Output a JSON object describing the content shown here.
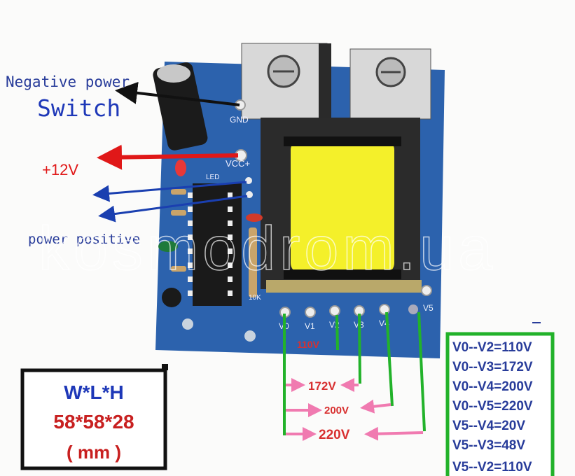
{
  "annotations": {
    "negative_power": "Negative power",
    "switch": "Switch",
    "plus12v": "+12V",
    "power_positive": "power positive"
  },
  "board": {
    "gnd": "GND",
    "vcc": "VCC+",
    "led": "LED",
    "resistor": "10K",
    "pins": [
      "V0",
      "V1",
      "V2",
      "V3",
      "V4",
      "V5"
    ]
  },
  "outputs": {
    "v110": "110V",
    "v172": "172V",
    "v200": "200V",
    "v220": "220V"
  },
  "voltage_table": [
    "V0--V2=110V",
    "V0--V3=172V",
    "V0--V4=200V",
    "V0--V5=220V",
    "V5--V4=20V",
    "V5--V3=48V",
    "V5--V2=110V"
  ],
  "dimensions": {
    "label": "W*L*H",
    "value": "58*58*28",
    "unit": "( mm )"
  },
  "watermark": "kosmodrom.ua",
  "colors": {
    "board": "#2c62ad",
    "accent_green": "#22b22a",
    "arrow_pink": "#f07ab0",
    "arrow_red": "#e01818",
    "arrow_blue": "#1a3fb0",
    "text_navy": "#283c9a"
  }
}
